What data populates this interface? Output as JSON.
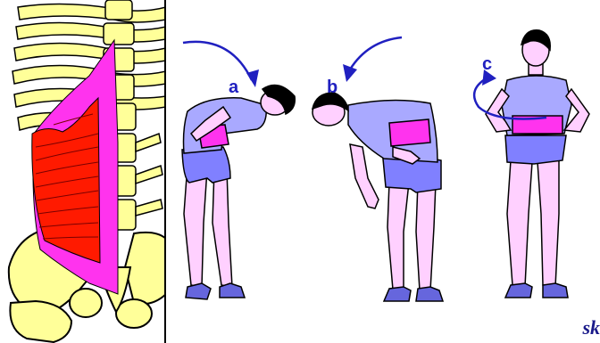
{
  "labels": {
    "a": "a",
    "b": "b",
    "c": "c"
  },
  "corner_text": "sk",
  "colors": {
    "muscle_red": "#ff1a00",
    "muscle_magenta": "#ff33ee",
    "bone": "#ffff99",
    "skin": "#ffd0ff",
    "shirt": "#a9a9ff",
    "shorts": "#8080ff",
    "shoes": "#6666dd",
    "hair": "#000000",
    "arrow": "#2020c0"
  },
  "icons": [
    "curved-arrow-a",
    "curved-arrow-b",
    "circular-arrow-c"
  ]
}
